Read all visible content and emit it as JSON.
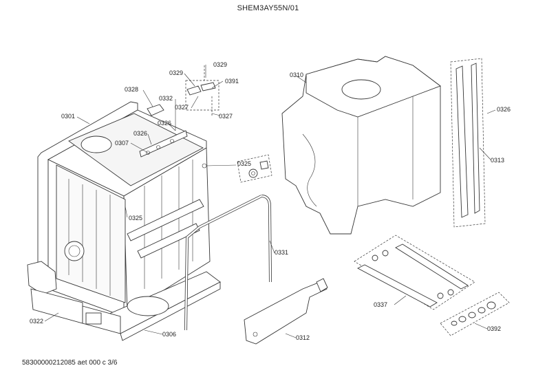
{
  "header": {
    "model_code": "SHEM3AY55N/01"
  },
  "footer": {
    "document_ref": "58300000212085 aet 000 c 3/6"
  },
  "parts": {
    "p0329_a": "0329",
    "p0329_b": "0329",
    "p0328": "0328",
    "p0391": "0391",
    "p0332": "0332",
    "p0327_a": "0327",
    "p0327_b": "0327",
    "p0301": "0301",
    "p0326_a": "0326",
    "p0326_b": "0326",
    "p0307": "0307",
    "p0325_a": "0325",
    "p0325_b": "0325",
    "p0331": "0331",
    "p0322": "0322",
    "p0306": "0306",
    "p0310": "0310",
    "p0326_c": "0326",
    "p0313": "0313",
    "p0312": "0312",
    "p0337": "0337",
    "p0392": "0392"
  }
}
